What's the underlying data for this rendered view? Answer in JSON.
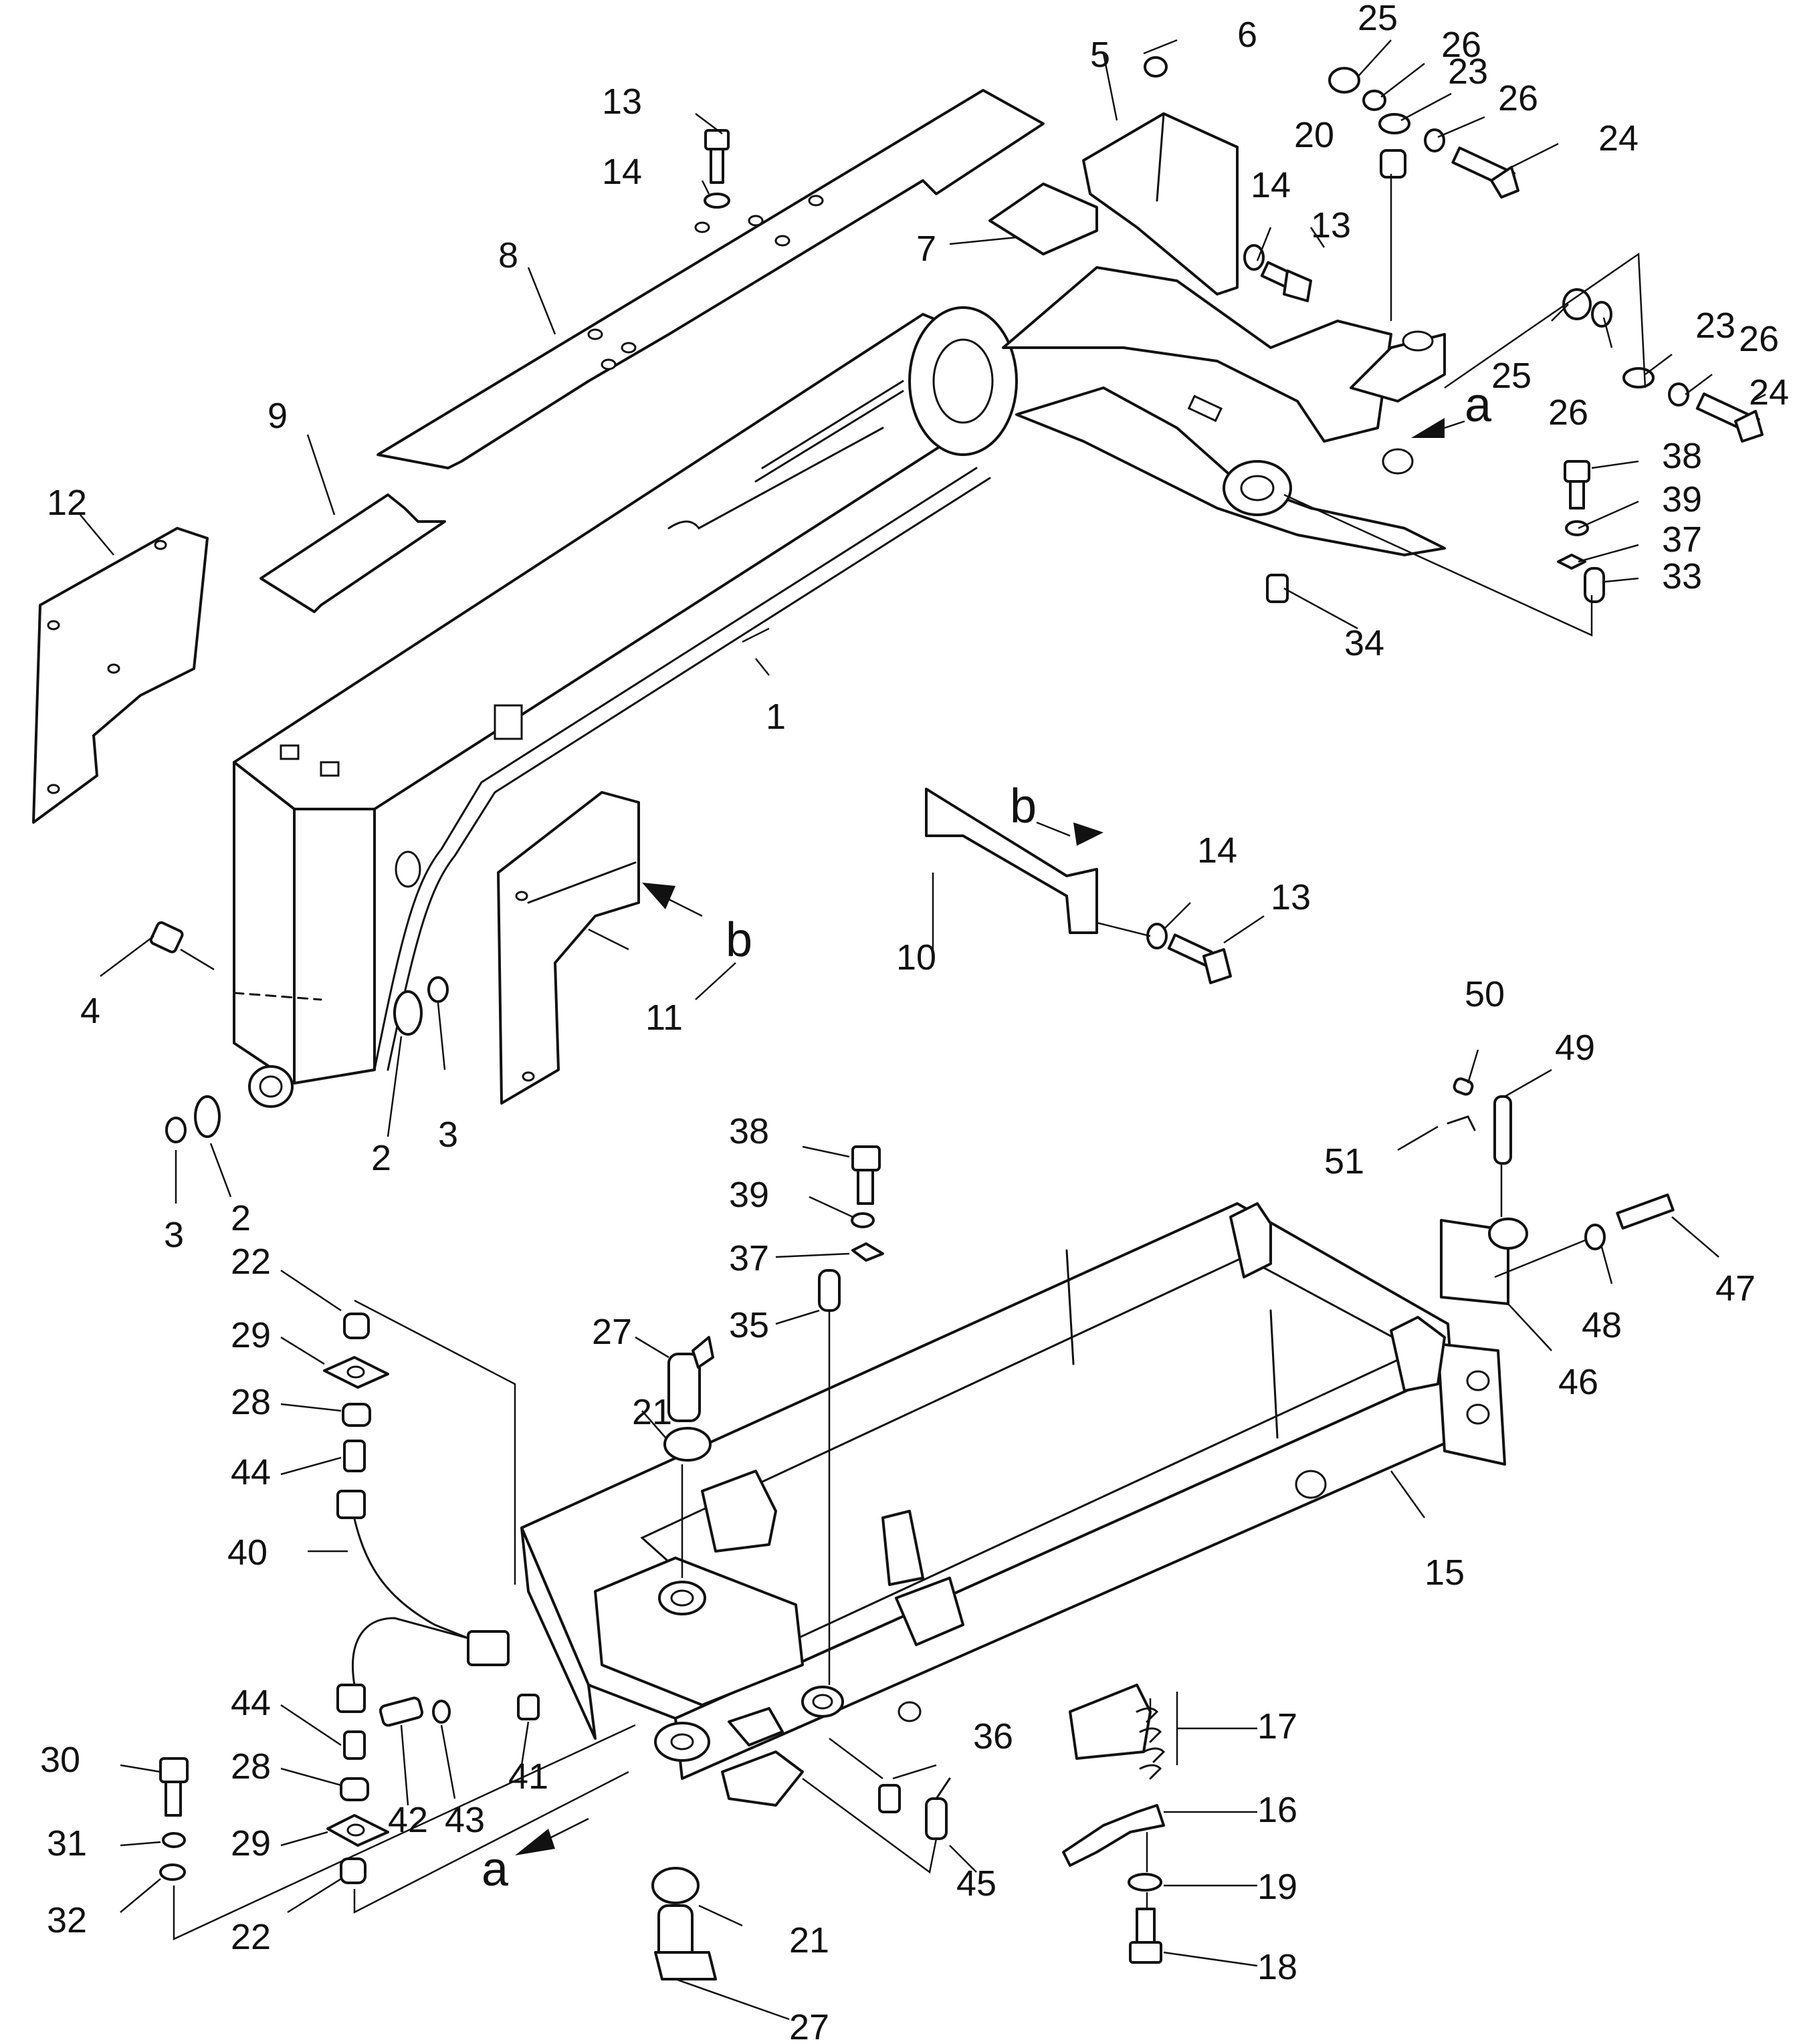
{
  "callouts": [
    {
      "id": "1",
      "text": "1"
    },
    {
      "id": "2a",
      "text": "2"
    },
    {
      "id": "2b",
      "text": "2"
    },
    {
      "id": "3a",
      "text": "3"
    },
    {
      "id": "3b",
      "text": "3"
    },
    {
      "id": "4",
      "text": "4"
    },
    {
      "id": "5",
      "text": "5"
    },
    {
      "id": "6",
      "text": "6"
    },
    {
      "id": "7",
      "text": "7"
    },
    {
      "id": "8",
      "text": "8"
    },
    {
      "id": "9",
      "text": "9"
    },
    {
      "id": "10",
      "text": "10"
    },
    {
      "id": "11",
      "text": "11"
    },
    {
      "id": "12",
      "text": "12"
    },
    {
      "id": "13a",
      "text": "13"
    },
    {
      "id": "13b",
      "text": "13"
    },
    {
      "id": "13c",
      "text": "13"
    },
    {
      "id": "14a",
      "text": "14"
    },
    {
      "id": "14b",
      "text": "14"
    },
    {
      "id": "14c",
      "text": "14"
    },
    {
      "id": "15",
      "text": "15"
    },
    {
      "id": "16",
      "text": "16"
    },
    {
      "id": "17",
      "text": "17"
    },
    {
      "id": "18",
      "text": "18"
    },
    {
      "id": "19",
      "text": "19"
    },
    {
      "id": "20",
      "text": "20"
    },
    {
      "id": "21a",
      "text": "21"
    },
    {
      "id": "21b",
      "text": "21"
    },
    {
      "id": "22a",
      "text": "22"
    },
    {
      "id": "22b",
      "text": "22"
    },
    {
      "id": "23a",
      "text": "23"
    },
    {
      "id": "23b",
      "text": "23"
    },
    {
      "id": "24a",
      "text": "24"
    },
    {
      "id": "24b",
      "text": "24"
    },
    {
      "id": "25a",
      "text": "25"
    },
    {
      "id": "25b",
      "text": "25"
    },
    {
      "id": "26a",
      "text": "26"
    },
    {
      "id": "26b",
      "text": "26"
    },
    {
      "id": "26c",
      "text": "26"
    },
    {
      "id": "26d",
      "text": "26"
    },
    {
      "id": "27a",
      "text": "27"
    },
    {
      "id": "27b",
      "text": "27"
    },
    {
      "id": "28a",
      "text": "28"
    },
    {
      "id": "28b",
      "text": "28"
    },
    {
      "id": "29a",
      "text": "29"
    },
    {
      "id": "29b",
      "text": "29"
    },
    {
      "id": "30",
      "text": "30"
    },
    {
      "id": "31",
      "text": "31"
    },
    {
      "id": "32",
      "text": "32"
    },
    {
      "id": "33",
      "text": "33"
    },
    {
      "id": "34",
      "text": "34"
    },
    {
      "id": "35",
      "text": "35"
    },
    {
      "id": "36",
      "text": "36"
    },
    {
      "id": "37a",
      "text": "37"
    },
    {
      "id": "37b",
      "text": "37"
    },
    {
      "id": "38a",
      "text": "38"
    },
    {
      "id": "38b",
      "text": "38"
    },
    {
      "id": "39a",
      "text": "39"
    },
    {
      "id": "39b",
      "text": "39"
    },
    {
      "id": "40",
      "text": "40"
    },
    {
      "id": "41",
      "text": "41"
    },
    {
      "id": "42",
      "text": "42"
    },
    {
      "id": "43",
      "text": "43"
    },
    {
      "id": "44a",
      "text": "44"
    },
    {
      "id": "44b",
      "text": "44"
    },
    {
      "id": "45",
      "text": "45"
    },
    {
      "id": "46",
      "text": "46"
    },
    {
      "id": "47",
      "text": "47"
    },
    {
      "id": "48",
      "text": "48"
    },
    {
      "id": "49",
      "text": "49"
    },
    {
      "id": "50",
      "text": "50"
    },
    {
      "id": "51",
      "text": "51"
    }
  ],
  "view_markers": {
    "a_top": "a",
    "a_bottom": "a",
    "b_top": "b",
    "b_side": "b"
  }
}
